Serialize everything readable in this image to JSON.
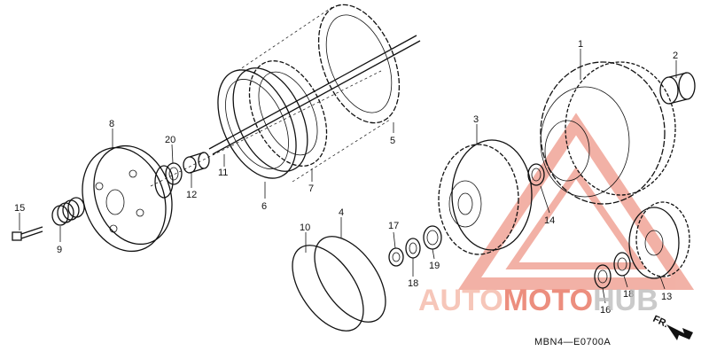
{
  "diagram": {
    "code": "MBN4—E0700A",
    "direction_label": "FR.",
    "labels": [
      "1",
      "2",
      "3",
      "4",
      "5",
      "6",
      "7",
      "8",
      "9",
      "10",
      "11",
      "12",
      "13",
      "14",
      "15",
      "16",
      "17",
      "18",
      "18",
      "19",
      "20"
    ]
  },
  "watermark": {
    "text_a": "AUTO",
    "text_b": "MOTO",
    "text_c": "HUB",
    "color_primary": "#f5b8a8",
    "color_accent": "#e8735f",
    "color_dark": "#bdbdbd",
    "icon": "warning-triangle-icon"
  }
}
